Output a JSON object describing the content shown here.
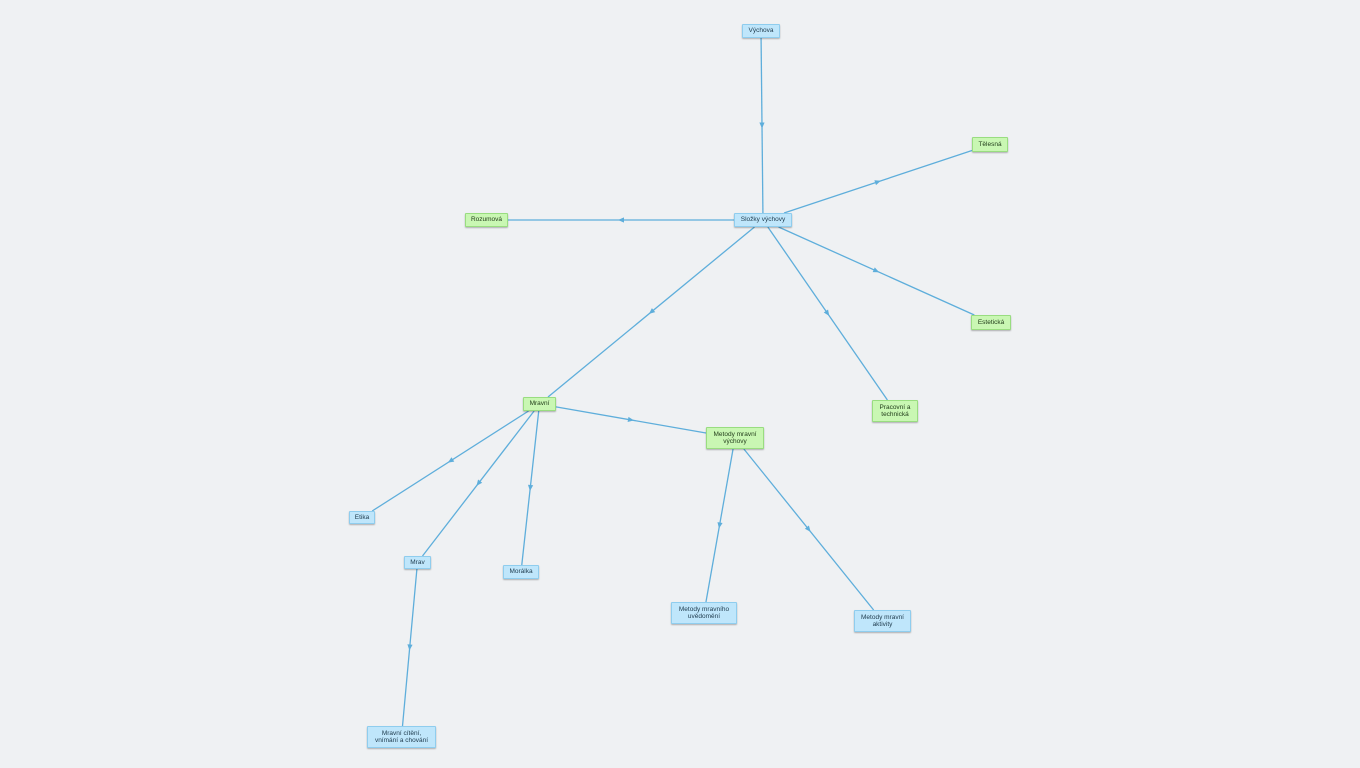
{
  "colors": {
    "background": "#eff1f3",
    "edge": "#5eaedb",
    "node_blue": "#bfe6fb",
    "node_green": "#c9f7b3"
  },
  "nodes": [
    {
      "id": "vychova",
      "name": "node-vychova",
      "label": "Výchova",
      "color": "blue"
    },
    {
      "id": "slozky",
      "name": "node-slozky-vychovy",
      "label": "Složky výchovy",
      "color": "blue"
    },
    {
      "id": "telesna",
      "name": "node-telesna",
      "label": "Tělesná",
      "color": "green"
    },
    {
      "id": "rozumova",
      "name": "node-rozumova",
      "label": "Rozumová",
      "color": "green"
    },
    {
      "id": "esteticka",
      "name": "node-esteticka",
      "label": "Estetická",
      "color": "green"
    },
    {
      "id": "pracovni",
      "name": "node-pracovni-a-technicka",
      "label": "Pracovní a technická",
      "color": "green"
    },
    {
      "id": "mravni",
      "name": "node-mravni",
      "label": "Mravní",
      "color": "green"
    },
    {
      "id": "metody",
      "name": "node-metody-mravni-vychovy",
      "label": "Metody mravní výchovy",
      "color": "green"
    },
    {
      "id": "etika",
      "name": "node-etika",
      "label": "Etika",
      "color": "blue"
    },
    {
      "id": "mrav",
      "name": "node-mrav",
      "label": "Mrav",
      "color": "blue"
    },
    {
      "id": "moralka",
      "name": "node-moralka",
      "label": "Morálka",
      "color": "blue"
    },
    {
      "id": "uvedomeni",
      "name": "node-metody-mravniho-uvedomeni",
      "label": "Metody mravního uvědomění",
      "color": "blue"
    },
    {
      "id": "aktivity",
      "name": "node-metody-mravni-aktivity",
      "label": "Metody mravní aktivity",
      "color": "blue"
    },
    {
      "id": "citeni",
      "name": "node-mravni-citeni",
      "label": "Mravní cítění, vnímání a chování",
      "color": "blue"
    }
  ],
  "edges": [
    {
      "from": "vychova",
      "to": "slozky"
    },
    {
      "from": "slozky",
      "to": "telesna"
    },
    {
      "from": "slozky",
      "to": "rozumova"
    },
    {
      "from": "slozky",
      "to": "esteticka"
    },
    {
      "from": "slozky",
      "to": "pracovni"
    },
    {
      "from": "slozky",
      "to": "mravni"
    },
    {
      "from": "mravni",
      "to": "metody"
    },
    {
      "from": "mravni",
      "to": "etika"
    },
    {
      "from": "mravni",
      "to": "mrav"
    },
    {
      "from": "mravni",
      "to": "moralka"
    },
    {
      "from": "metody",
      "to": "uvedomeni"
    },
    {
      "from": "metody",
      "to": "aktivity"
    },
    {
      "from": "mrav",
      "to": "citeni"
    }
  ]
}
